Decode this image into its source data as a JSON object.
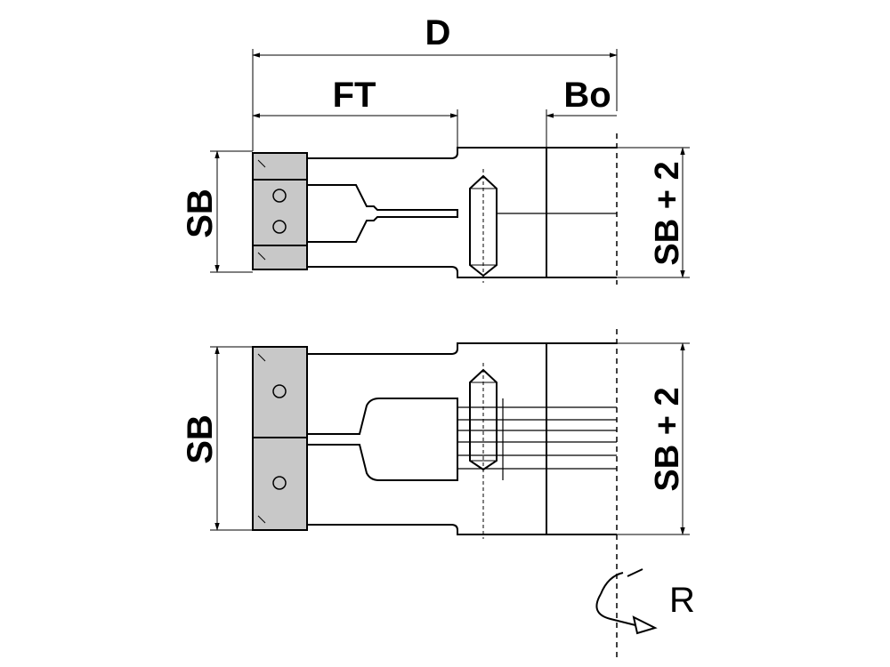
{
  "labels": {
    "D": "D",
    "FT": "FT",
    "Bo": "Bo",
    "SB_top": "SB",
    "SB_bottom": "SB",
    "SB2_top": "SB + 2",
    "SB2_bottom": "SB + 2",
    "R": "R"
  },
  "colors": {
    "line": "#000000",
    "blade_fill": "#c8c8c8",
    "background": "#ffffff"
  }
}
